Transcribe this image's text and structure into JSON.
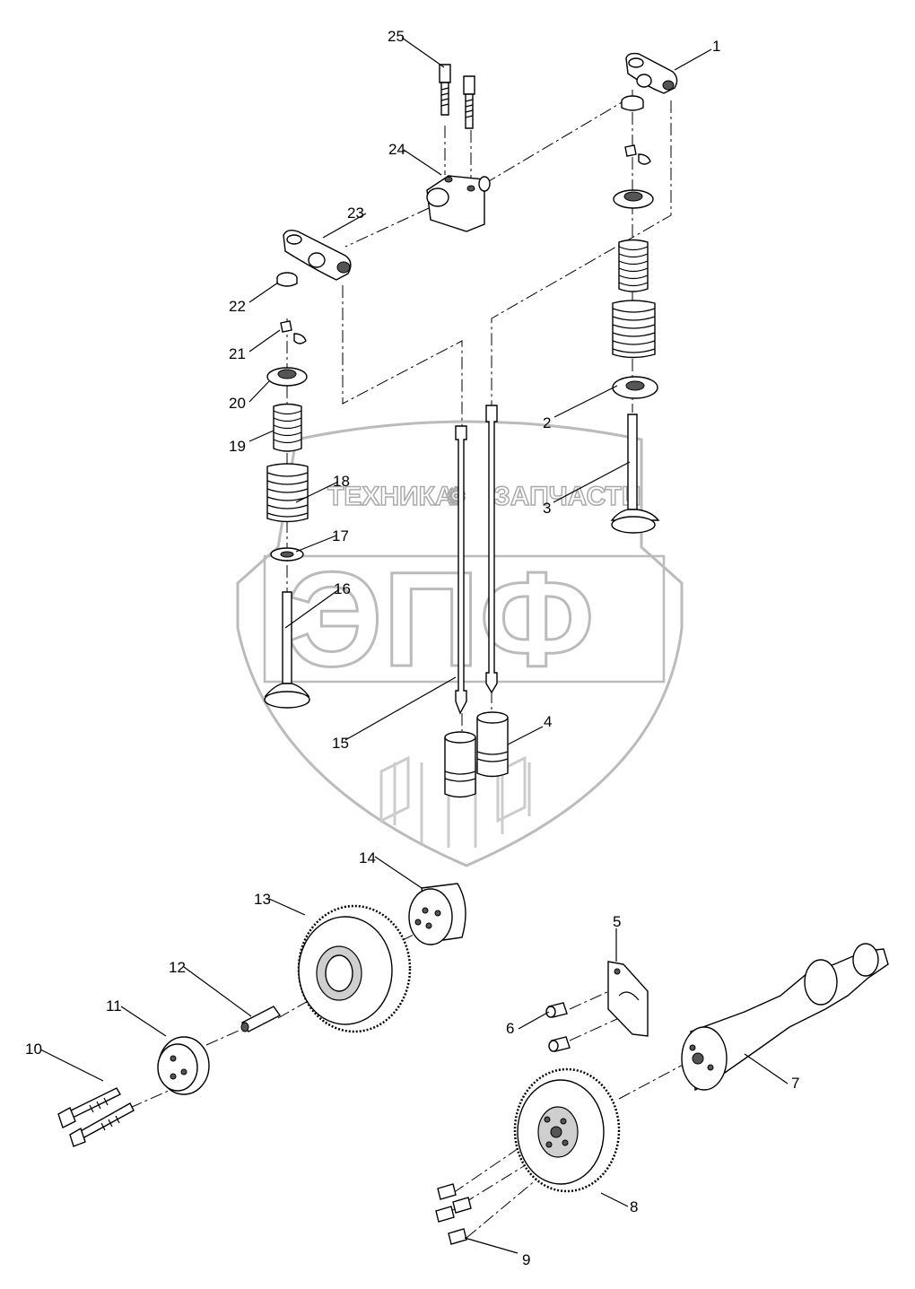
{
  "watermark": {
    "line1_left": "ТЕХНИКА",
    "line1_right": "ЗАПЧАСТИ",
    "logo": "ЭПФ"
  },
  "callouts": [
    "1",
    "2",
    "3",
    "4",
    "5",
    "6",
    "7",
    "8",
    "9",
    "10",
    "11",
    "12",
    "13",
    "14",
    "15",
    "16",
    "17",
    "18",
    "19",
    "20",
    "21",
    "22",
    "23",
    "24",
    "25"
  ]
}
